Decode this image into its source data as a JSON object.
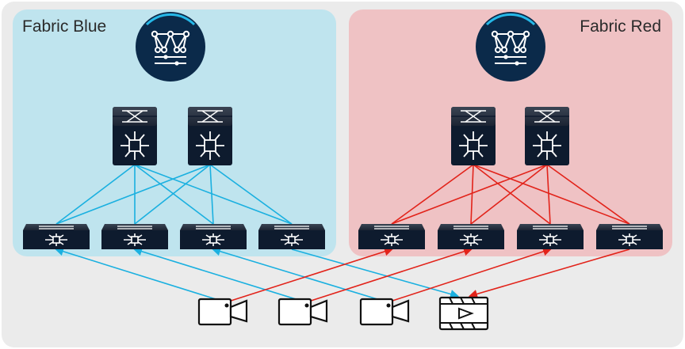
{
  "fabrics": [
    {
      "id": "blue",
      "name": "Fabric Blue",
      "color": "#bfe4ee",
      "link_color": "#1ab0e0",
      "spines": 2,
      "leaves": 4
    },
    {
      "id": "red",
      "name": "Fabric Red",
      "color": "#efc2c4",
      "link_color": "#e2231a",
      "spines": 2,
      "leaves": 4
    }
  ],
  "background_color": "#ebebeb",
  "device_color": "#0e1b2e",
  "controller_icon": "fabric-controller-icon",
  "spine_icon": "spine-switch-icon",
  "leaf_icon": "leaf-switch-icon",
  "endpoints": [
    {
      "type": "camera",
      "icon": "video-camera-icon"
    },
    {
      "type": "camera",
      "icon": "video-camera-icon"
    },
    {
      "type": "camera",
      "icon": "video-camera-icon"
    },
    {
      "type": "receiver",
      "icon": "video-receiver-icon"
    }
  ]
}
